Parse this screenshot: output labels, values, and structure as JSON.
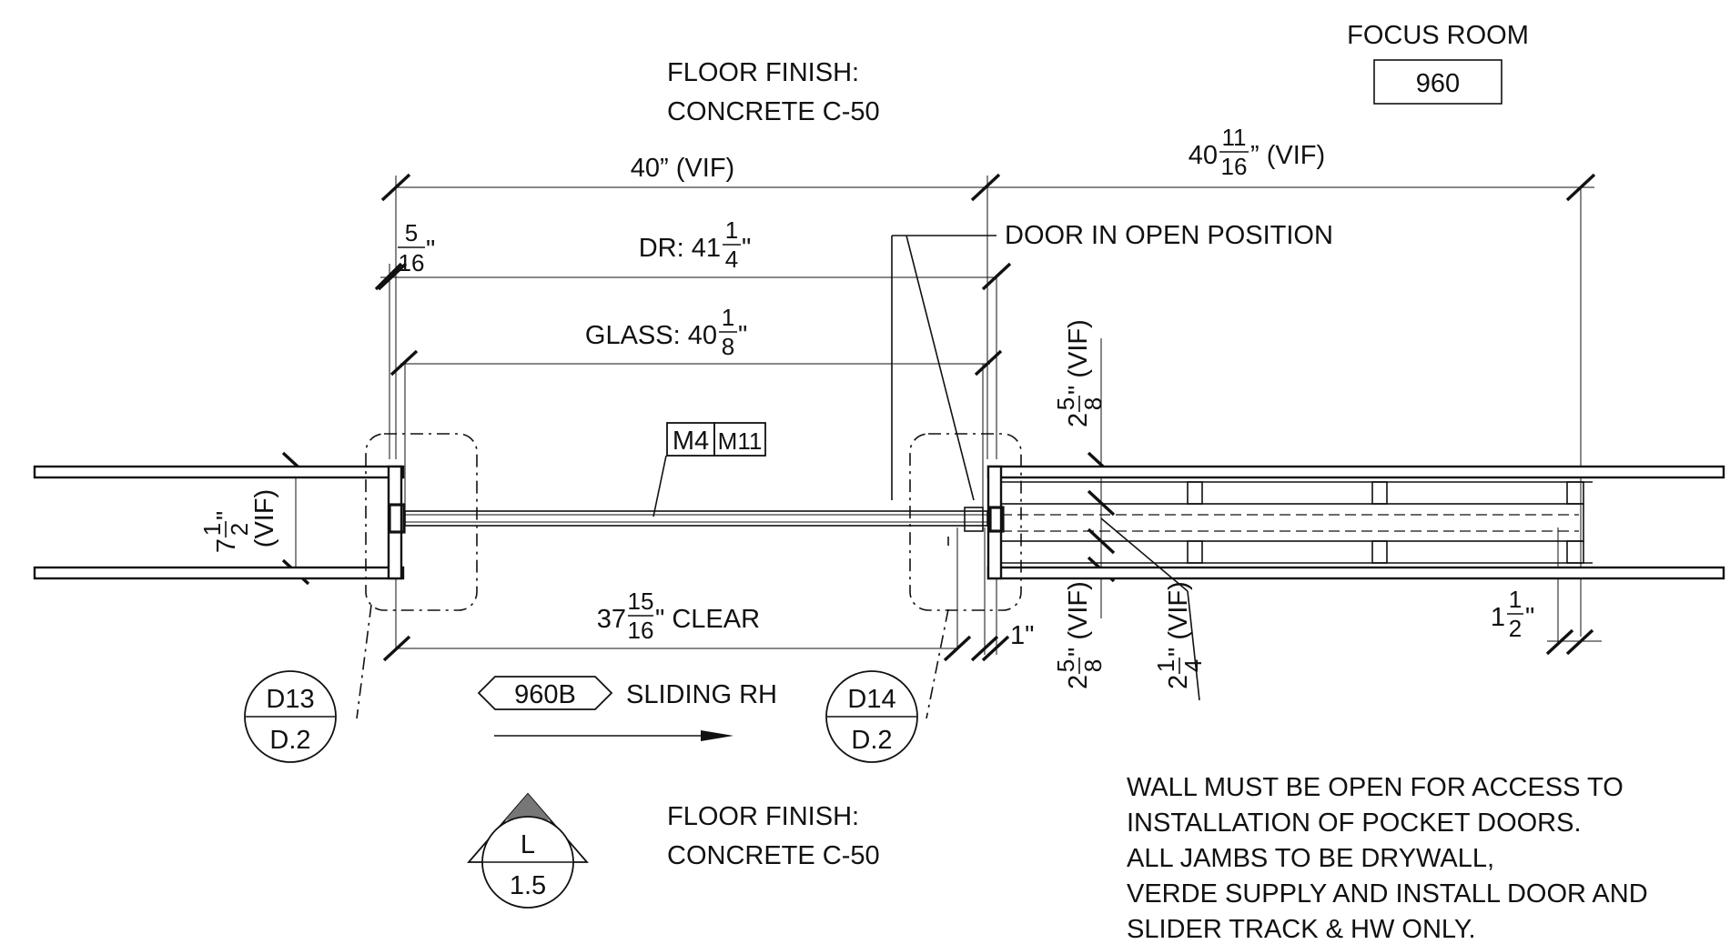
{
  "room": {
    "name": "FOCUS ROOM",
    "number": "960"
  },
  "floor_finish_top": {
    "line1": "FLOOR FINISH:",
    "line2": "CONCRETE C-50"
  },
  "floor_finish_bottom": {
    "line1": "FLOOR FINISH:",
    "line2": "CONCRETE C-50"
  },
  "dimensions": {
    "opening": "40” (VIF)",
    "pocket_whole": "40",
    "pocket_num": "11",
    "pocket_den": "16",
    "pocket_suffix": "” (VIF)",
    "dr_prefix": "DR: 41",
    "dr_num": "1",
    "dr_den": "4",
    "dr_suffix": "\"",
    "glass_prefix": "GLASS: 40",
    "glass_num": "1",
    "glass_den": "8",
    "glass_suffix": "\"",
    "gap_num": "5",
    "gap_den": "16",
    "gap_suffix": "\"",
    "clear_whole": "37",
    "clear_num": "15",
    "clear_den": "16",
    "clear_suffix": "\" CLEAR",
    "wall_whole": "7",
    "wall_num": "1",
    "wall_den": "2",
    "wall_suffix": "\"",
    "wall_vif": "(VIF)",
    "one_inch": "1\"",
    "end_whole": "1",
    "end_num": "1",
    "end_den": "2",
    "end_suffix": "\"",
    "pocket_top_whole": "2",
    "pocket_top_num": "5",
    "pocket_top_den": "8",
    "pocket_top_suffix": "\" (VIF)",
    "pocket_bot_whole": "2",
    "pocket_bot_num": "5",
    "pocket_bot_den": "8",
    "pocket_bot_suffix": "\" (VIF)",
    "pocket_mid_whole": "2",
    "pocket_mid_num": "1",
    "pocket_mid_den": "4",
    "pocket_mid_suffix": "\" (VIF)"
  },
  "labels": {
    "door_open": "DOOR IN OPEN POSITION",
    "door_tag": "960B",
    "door_type": "SLIDING RH",
    "material_1": "M4",
    "material_2": "M11"
  },
  "details": {
    "left_top": "D13",
    "left_bottom": "D.2",
    "right_top": "D14",
    "right_bottom": "D.2",
    "level_top": "L",
    "level_bottom": "1.5"
  },
  "notes": [
    "WALL MUST BE OPEN FOR ACCESS TO",
    "INSTALLATION OF POCKET DOORS.",
    "ALL JAMBS TO BE DRYWALL,",
    "VERDE SUPPLY AND INSTALL DOOR AND",
    "SLIDER TRACK & HW ONLY."
  ]
}
